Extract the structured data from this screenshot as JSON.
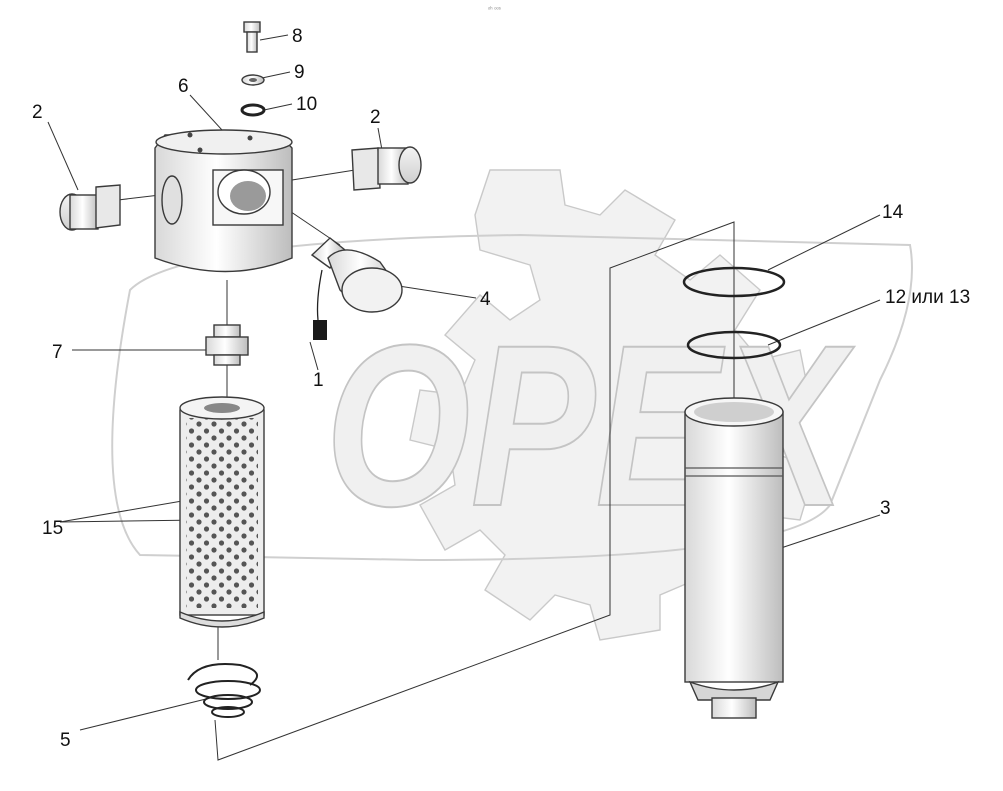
{
  "corner_mark": "ᵒʰ ᵒᵒˢ",
  "watermark": {
    "text": "OPEX"
  },
  "callouts": [
    {
      "id": "8",
      "text": "8"
    },
    {
      "id": "9",
      "text": "9"
    },
    {
      "id": "10",
      "text": "10"
    },
    {
      "id": "6",
      "text": "6"
    },
    {
      "id": "2-left",
      "text": "2"
    },
    {
      "id": "2-right",
      "text": "2"
    },
    {
      "id": "14",
      "text": "14"
    },
    {
      "id": "12-13",
      "text": "12 или 13"
    },
    {
      "id": "4",
      "text": "4"
    },
    {
      "id": "7",
      "text": "7"
    },
    {
      "id": "1",
      "text": "1"
    },
    {
      "id": "15",
      "text": "15"
    },
    {
      "id": "3",
      "text": "3"
    },
    {
      "id": "5",
      "text": "5"
    }
  ]
}
